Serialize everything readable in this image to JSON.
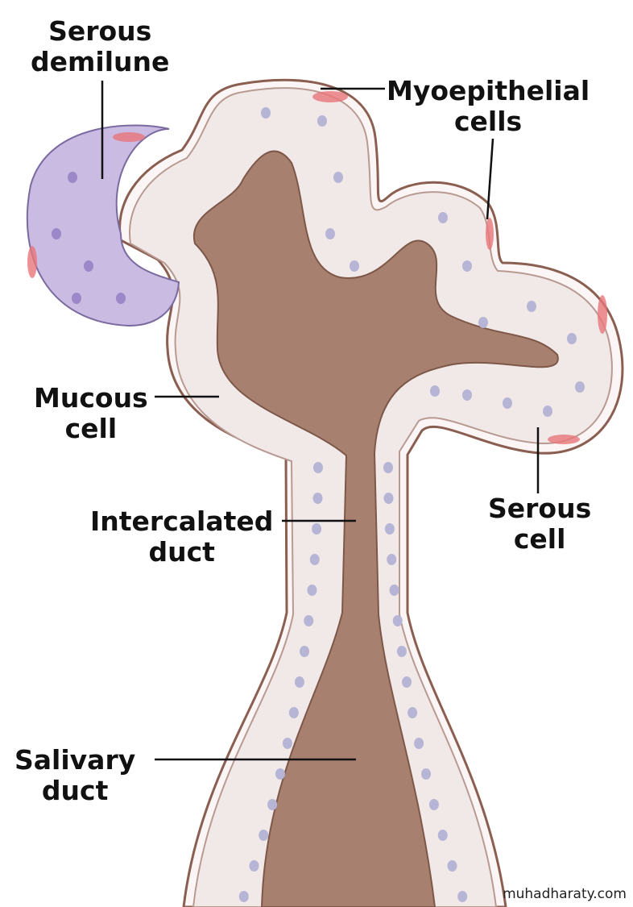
{
  "labels": {
    "serous_demilune": [
      "Serous",
      "demilune"
    ],
    "myoepithelial_cells": [
      "Myoepithelial",
      "cells"
    ],
    "mucous_cell": [
      "Mucous",
      "cell"
    ],
    "intercalated_duct": [
      "Intercalated",
      "duct"
    ],
    "serous_cell": [
      "Serous",
      "cell"
    ],
    "salivary_duct": [
      "Salivary",
      "duct"
    ]
  },
  "watermark": "muhadharaty.com",
  "colors": {
    "lumen": "#a88070",
    "epithelium": "#f1e9e8",
    "outline": "#8a5e50",
    "demilune": "#c9bbe2",
    "myoepithelial": "#e8767a",
    "nucleus": "#b7b5d6"
  }
}
